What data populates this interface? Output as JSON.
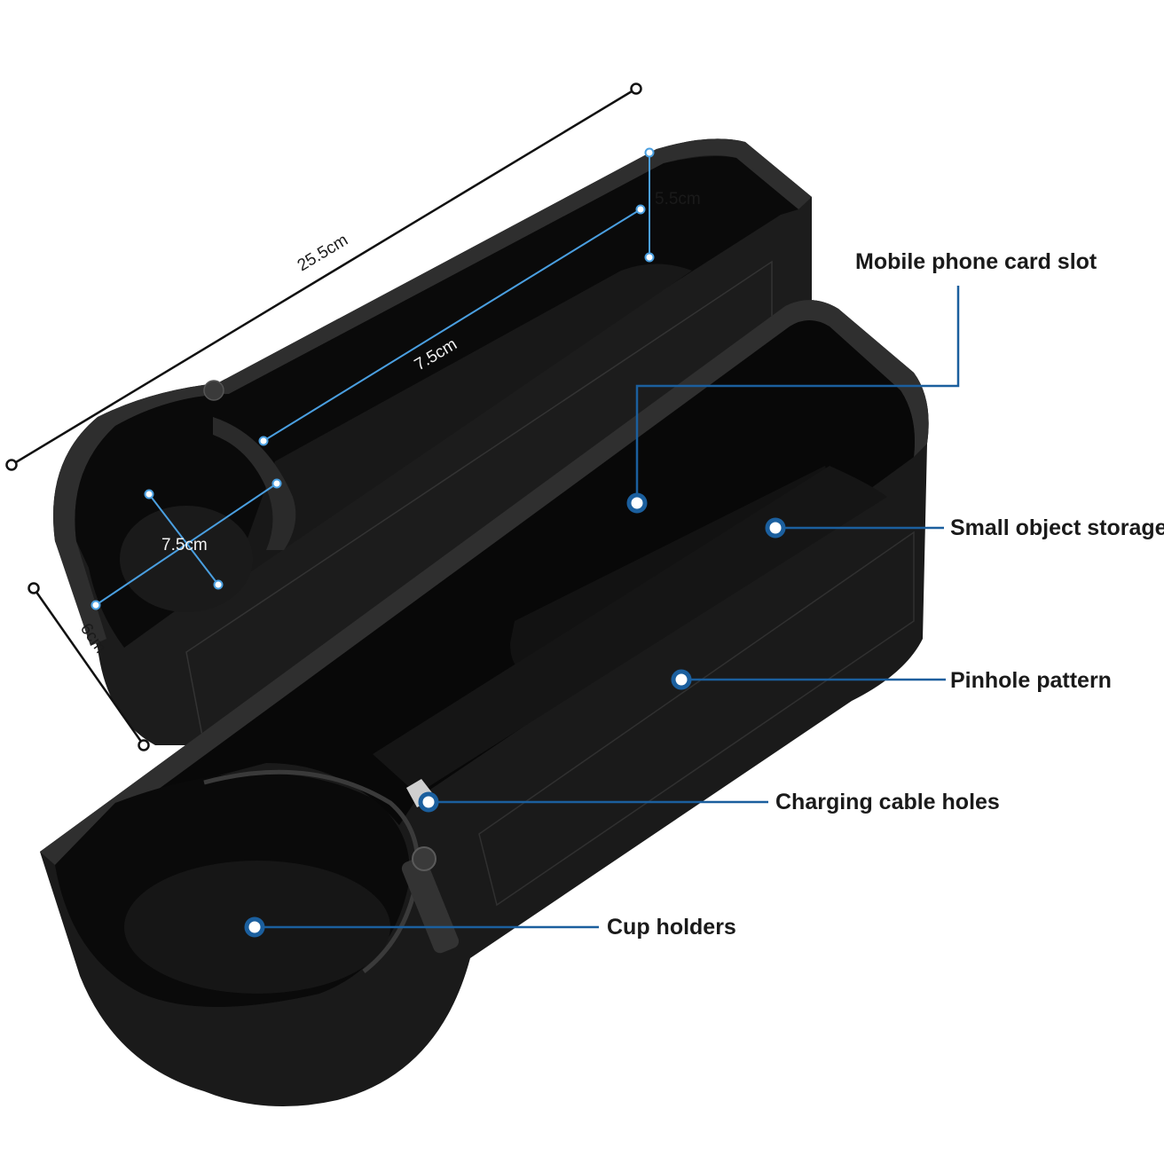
{
  "dimensions": {
    "length": "25.5cm",
    "depth": "5.5cm",
    "slot_length": "7.5cm",
    "cup_diameter": "7.5cm",
    "width": "6cm"
  },
  "callouts": {
    "phone_slot": "Mobile phone card slot",
    "small_storage": "Small object storage",
    "pinhole": "Pinhole pattern",
    "cable_holes": "Charging cable holes",
    "cup_holders": "Cup holders"
  },
  "colors": {
    "callout_line": "#1b5f9e",
    "callout_dot": "#1b5f9e",
    "dimension_marker": "#4a9fe0",
    "body": "#1c1c1c",
    "rim": "#2b2b2b",
    "interior": "#0a0a0a"
  }
}
